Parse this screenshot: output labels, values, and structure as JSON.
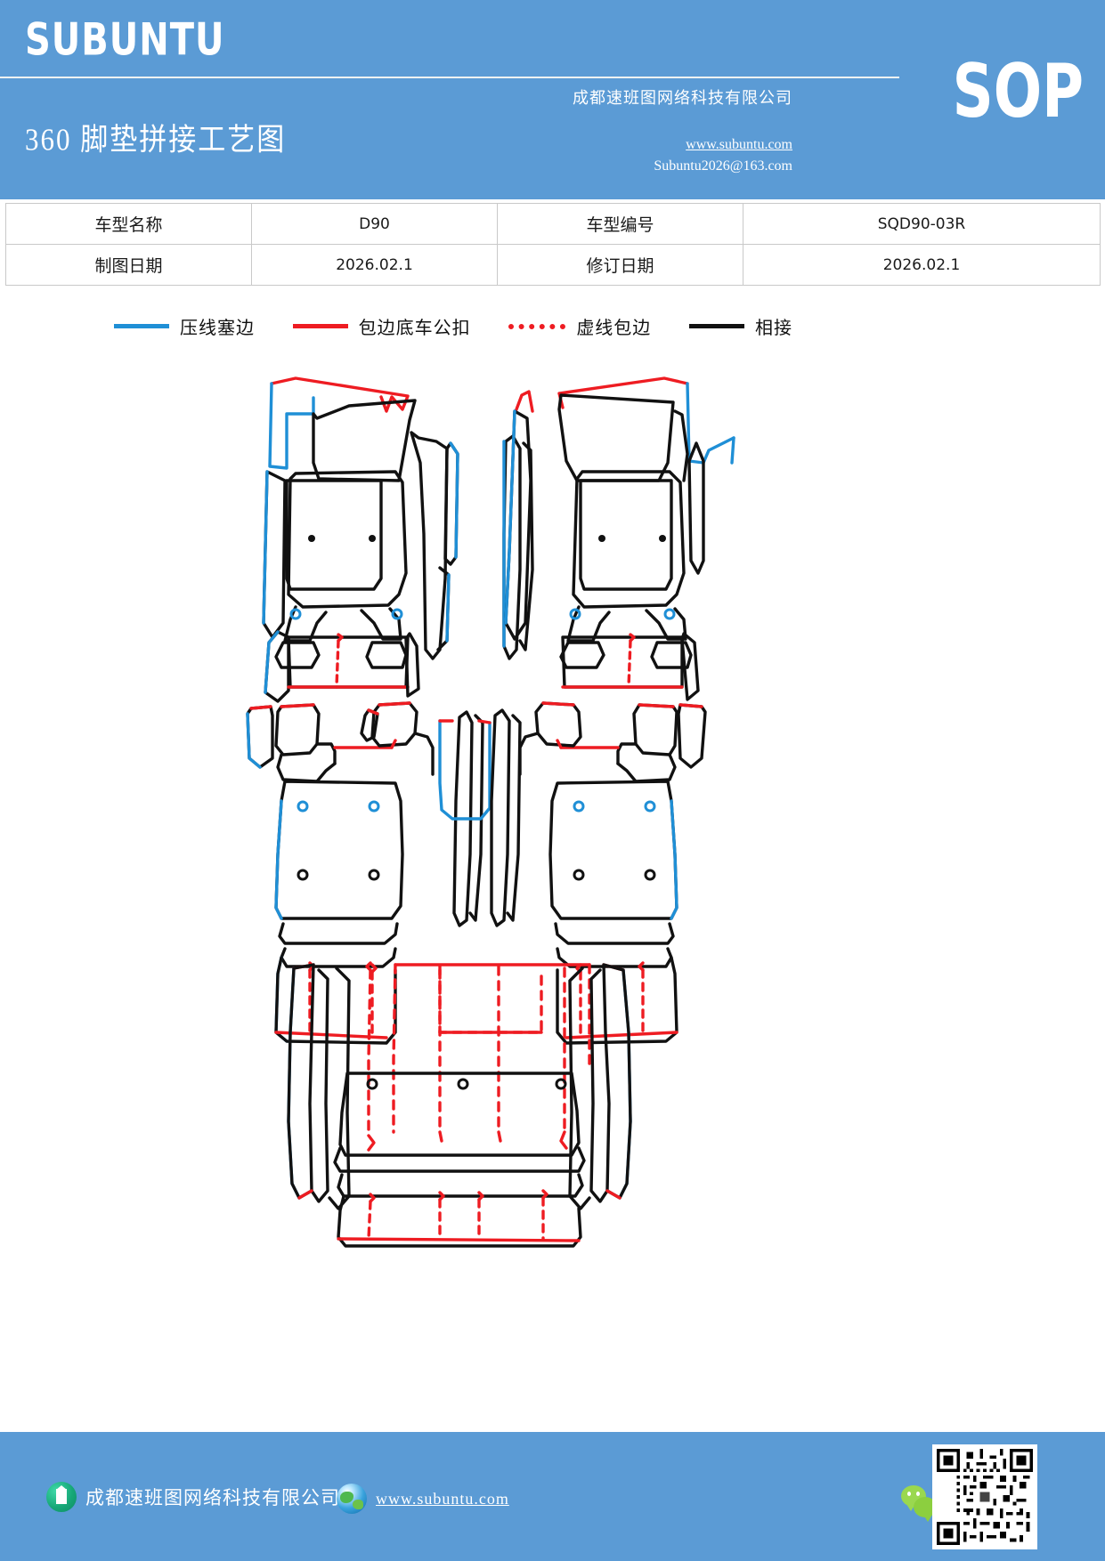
{
  "header": {
    "brand": "SUBUNTU",
    "doc_title": "360 脚垫拼接工艺图",
    "badge": "SOP",
    "company": "成都速班图网络科技有限公司",
    "url": "www.subuntu.com",
    "email": "Subuntu2026@163.com"
  },
  "info_table": {
    "rows": [
      {
        "label1": "车型名称",
        "value1": "D90",
        "label2": "车型编号",
        "value2": "SQD90-03R"
      },
      {
        "label1": "制图日期",
        "value1": "2026.02.1",
        "label2": "修订日期",
        "value2": "2026.02.1"
      }
    ]
  },
  "legend": {
    "items": [
      {
        "label": "压线塞边",
        "color": "#1f8fd6",
        "style": "solid"
      },
      {
        "label": "包边底车公扣",
        "color": "#ee1c22",
        "style": "solid"
      },
      {
        "label": "虚线包边",
        "color": "#ee1c22",
        "style": "dotted"
      },
      {
        "label": "相接",
        "color": "#111111",
        "style": "solid"
      }
    ]
  },
  "drawing": {
    "title": "脚垫拼接工艺图",
    "description": "汽车全车脚垫裁片拼接展开图，含前排左右、第二排左右及尾箱垫片",
    "colors": {
      "seam_blue": "#1f8fd6",
      "edge_red": "#ee1c22",
      "outline_black": "#111111"
    },
    "sections": [
      {
        "name": "front-row-left-group",
        "pieces": 7
      },
      {
        "name": "front-row-right-group",
        "pieces": 7
      },
      {
        "name": "second-row-left-group",
        "pieces": 6
      },
      {
        "name": "second-row-right-group",
        "pieces": 6
      },
      {
        "name": "cargo-mat-group",
        "pieces": 5
      }
    ]
  },
  "footer": {
    "company": "成都速班图网络科技有限公司",
    "url": "www.subuntu.com",
    "icons": {
      "company": "building-icon",
      "web": "globe-icon",
      "social": "wechat-icon",
      "qr": "qr-code"
    }
  },
  "theme": {
    "brand_blue": "#5b9bd5",
    "paper_white": "#ffffff",
    "rule_grey": "#c9c9c9"
  }
}
